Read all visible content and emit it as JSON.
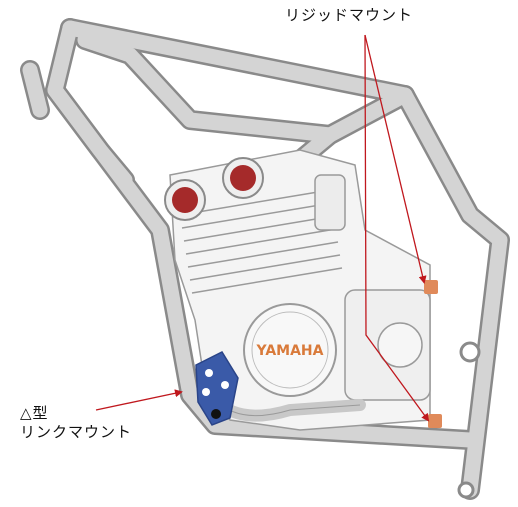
{
  "labels": {
    "rigid_mount": "リジッドマウント",
    "link_mount_line1": "△型",
    "link_mount_line2": "リンクマウント",
    "engine_brand": "YAMAHA"
  },
  "colors": {
    "frame_fill": "#d4d4d4",
    "frame_stroke": "#8a8a8a",
    "engine_fill": "#f4f4f4",
    "engine_stroke": "#9a9a9a",
    "mount_red": "#a52a2a",
    "mount_orange": "#e08a5a",
    "link_blue": "#3a5aa8",
    "arrow_red": "#c0181e",
    "brand_orange": "#d97a3a"
  }
}
